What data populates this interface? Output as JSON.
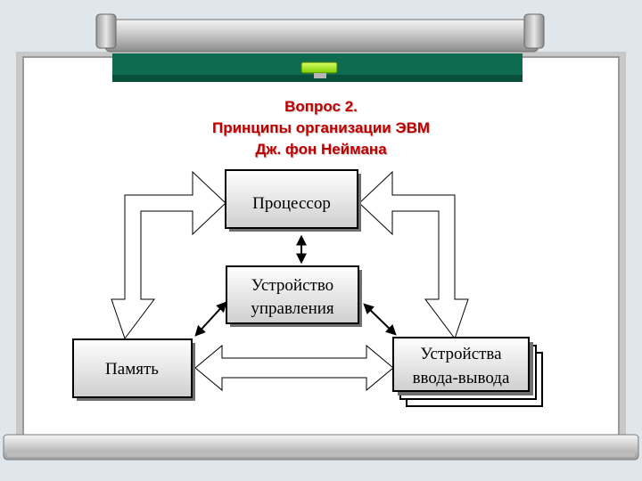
{
  "slide": {
    "title_lines": [
      "Вопрос 2.",
      "Принципы организации ЭВМ",
      "Дж. фон Неймана"
    ]
  },
  "diagram": {
    "nodes": {
      "processor": "Процессор",
      "control_unit_line1": "Устройство",
      "control_unit_line2": "управления",
      "memory": "Память",
      "io_line1": "Устройства",
      "io_line2": "ввода-вывода"
    }
  }
}
